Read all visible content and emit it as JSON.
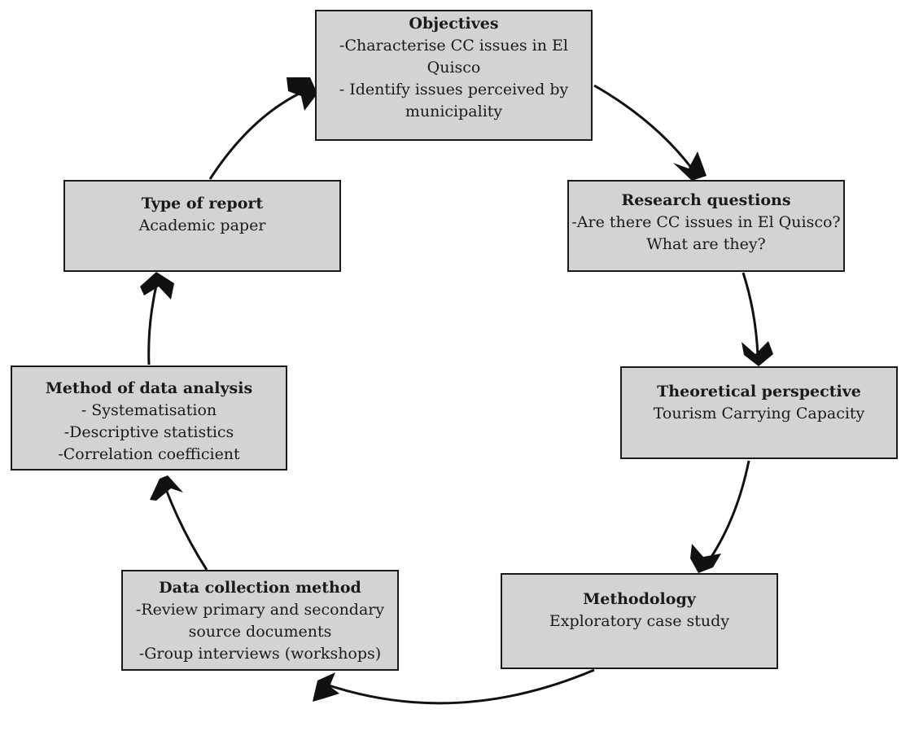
{
  "boxes": {
    "objectives": {
      "title": "Objectives",
      "lines": [
        "-Characterise  CC issues in El",
        "Quisco",
        "- Identify issues perceived  by",
        "municipality"
      ]
    },
    "research": {
      "title": "Research questions",
      "lines": [
        "-Are there CC issues in El Quisco?",
        "What are they?"
      ]
    },
    "theoretical": {
      "title": "Theoretical perspective",
      "lines": [
        "Tourism Carrying Capacity"
      ]
    },
    "methodology": {
      "title": "Methodology",
      "lines": [
        "Exploratory case study"
      ]
    },
    "datacoll": {
      "title": "Data collection method",
      "lines": [
        "-Review primary and secondary",
        "source documents",
        "-Group interviews (workshops)"
      ]
    },
    "analysis": {
      "title": "Method of data analysis",
      "lines": [
        "- Systematisation",
        "-Descriptive  statistics",
        "-Correlation coefficient"
      ]
    },
    "report": {
      "title": "Type of report",
      "lines": [
        "Academic paper"
      ]
    }
  },
  "colors": {
    "box_fill": "#d3d3d3",
    "border": "#1a1a1a",
    "arrow": "#111111"
  }
}
